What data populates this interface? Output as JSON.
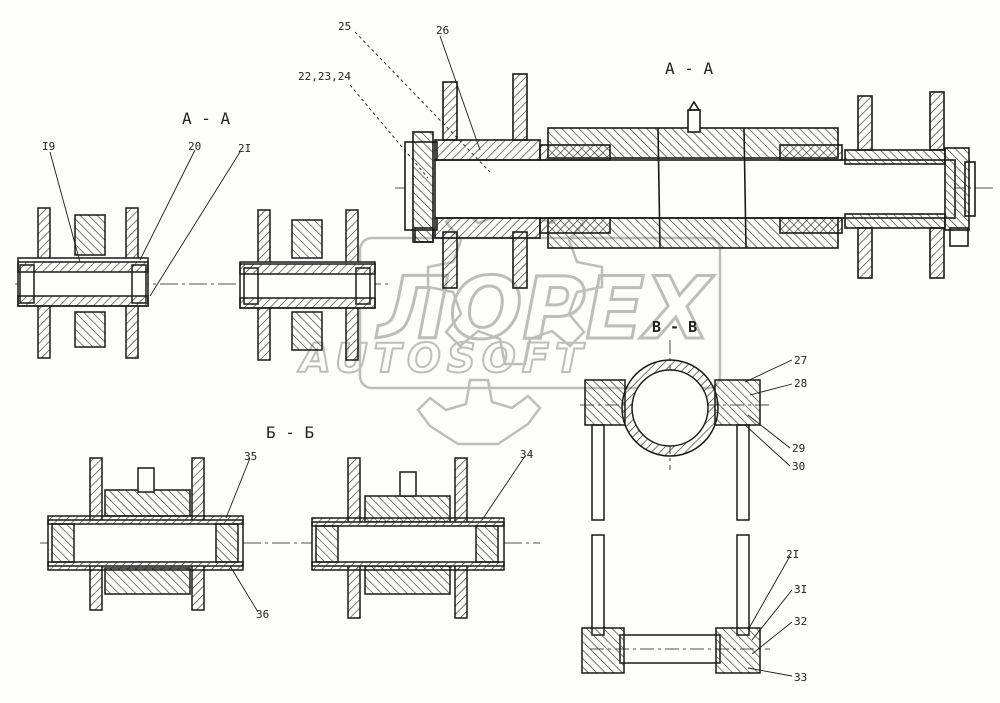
{
  "watermark": {
    "brand": "ЛОРЕХ",
    "sub": "AUTOSOFT",
    "color": "#9a9a9a"
  },
  "sections": {
    "aa_top": "А - А",
    "aa_left": "А - А",
    "bb": "Б - Б",
    "vv": "В - В"
  },
  "callouts": {
    "c19": "I9",
    "c20": "20",
    "c21": "2I",
    "c22": "22,23,24",
    "c25": "25",
    "c26": "26",
    "c27": "27",
    "c28": "28",
    "c29": "29",
    "c30": "30",
    "c21b": "2I",
    "c31": "3I",
    "c32": "32",
    "c33": "33",
    "c34": "34",
    "c35": "35",
    "c36": "36"
  },
  "colors": {
    "line": "#1a1a1a",
    "hatch": "#333333",
    "paper": "#fdfdfb"
  }
}
